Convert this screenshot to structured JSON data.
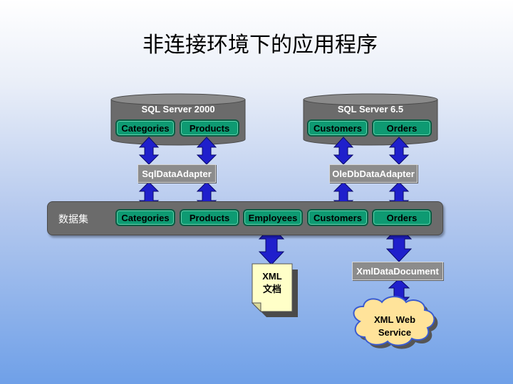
{
  "title": "非连接环境下的应用程序",
  "sql_server_2000": {
    "label": "SQL Server 2000",
    "tables": [
      "Categories",
      "Products"
    ]
  },
  "sql_server_65": {
    "label": "SQL Server 6.5",
    "tables": [
      "Customers",
      "Orders"
    ]
  },
  "adapters": {
    "sql": "SqlDataAdapter",
    "oledb": "OleDbDataAdapter",
    "xml": "XmlDataDocument"
  },
  "dataset": {
    "label": "数据集",
    "tables": [
      "Categories",
      "Products",
      "Employees",
      "Customers",
      "Orders"
    ]
  },
  "xml_document": {
    "line1": "XML",
    "line2": "文档"
  },
  "web_service": {
    "line1": "XML Web",
    "line2": "Service"
  },
  "colors": {
    "cylinder": "#6b6b6b",
    "table_pill": "#0e9a72",
    "adapter": "#8c8c8c",
    "arrow": "#1f1fcc",
    "note": "#ffffc8",
    "cloud": "#ffe39a"
  }
}
